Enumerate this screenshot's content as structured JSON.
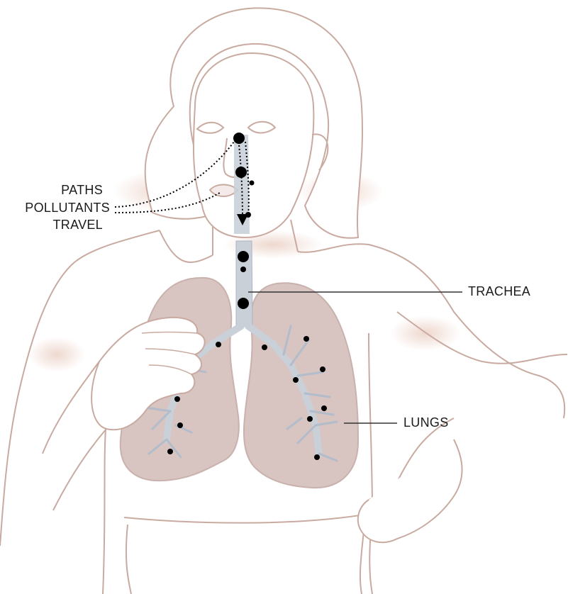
{
  "labels": {
    "paths_line1": "PATHS",
    "paths_line2": "POLLUTANTS",
    "paths_line3": "TRAVEL",
    "trachea": "TRACHEA",
    "lungs": "LUNGS"
  },
  "colors": {
    "outline": "#c9aaa0",
    "skin_shade": "#efd9d0",
    "lung_fill": "#d8c4c0",
    "lung_shadow": "#c9b2ae",
    "airway": "#c9d0d8",
    "airway_dark": "#a9b4c2",
    "particle": "#000000",
    "leader_line": "#333333"
  },
  "icons": {
    "figure": "human-torso-illustration",
    "particles": "pollutant-particle-dots"
  }
}
